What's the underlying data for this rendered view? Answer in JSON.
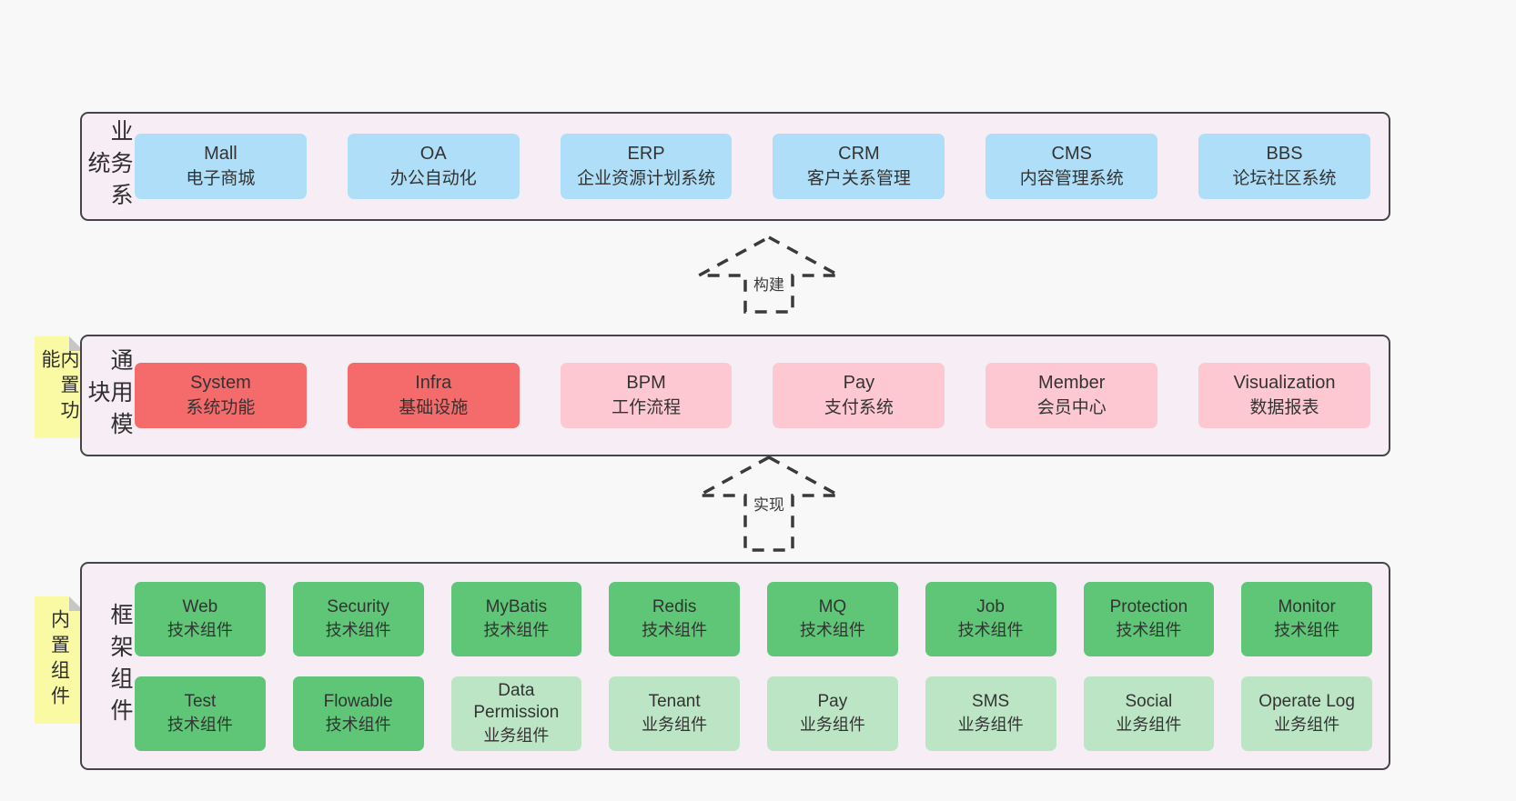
{
  "colors": {
    "page_bg": "#f8f8f8",
    "panel_bg": "#f7edf5",
    "panel_border": "#474449",
    "box_blue": "#afdff8",
    "box_red": "#f56a6a",
    "box_pink": "#fdc8d2",
    "box_green": "#5ec676",
    "box_light_green": "#bce5c5",
    "tag_yellow": "#fafaa4",
    "arrow_stroke": "#3a3a3a"
  },
  "business_panel": {
    "label": "业务系统",
    "boxes": [
      {
        "en": "Mall",
        "zh": "电子商城"
      },
      {
        "en": "OA",
        "zh": "办公自动化"
      },
      {
        "en": "ERP",
        "zh": "企业资源计划系统"
      },
      {
        "en": "CRM",
        "zh": "客户关系管理"
      },
      {
        "en": "CMS",
        "zh": "内容管理系统"
      },
      {
        "en": "BBS",
        "zh": "论坛社区系统"
      }
    ]
  },
  "build_arrow": {
    "label": "构建"
  },
  "modules_panel": {
    "label": "通用模块",
    "tag": "内置功能",
    "boxes": [
      {
        "en": "System",
        "zh": "系统功能"
      },
      {
        "en": "Infra",
        "zh": "基础设施"
      },
      {
        "en": "BPM",
        "zh": "工作流程"
      },
      {
        "en": "Pay",
        "zh": "支付系统"
      },
      {
        "en": "Member",
        "zh": "会员中心"
      },
      {
        "en": "Visualization",
        "zh": "数据报表"
      }
    ]
  },
  "implement_arrow": {
    "label": "实现"
  },
  "framework_panel": {
    "label": "框架组件",
    "tag": "内置组件",
    "row1": [
      {
        "en": "Web",
        "zh": "技术组件"
      },
      {
        "en": "Security",
        "zh": "技术组件"
      },
      {
        "en": "MyBatis",
        "zh": "技术组件"
      },
      {
        "en": "Redis",
        "zh": "技术组件"
      },
      {
        "en": "MQ",
        "zh": "技术组件"
      },
      {
        "en": "Job",
        "zh": "技术组件"
      },
      {
        "en": "Protection",
        "zh": "技术组件"
      },
      {
        "en": "Monitor",
        "zh": "技术组件"
      }
    ],
    "row2": [
      {
        "en": "Test",
        "zh": "技术组件"
      },
      {
        "en": "Flowable",
        "zh": "技术组件"
      },
      {
        "en": "Data Permission",
        "zh": "业务组件"
      },
      {
        "en": "Tenant",
        "zh": "业务组件"
      },
      {
        "en": "Pay",
        "zh": "业务组件"
      },
      {
        "en": "SMS",
        "zh": "业务组件"
      },
      {
        "en": "Social",
        "zh": "业务组件"
      },
      {
        "en": "Operate Log",
        "zh": "业务组件"
      }
    ]
  }
}
